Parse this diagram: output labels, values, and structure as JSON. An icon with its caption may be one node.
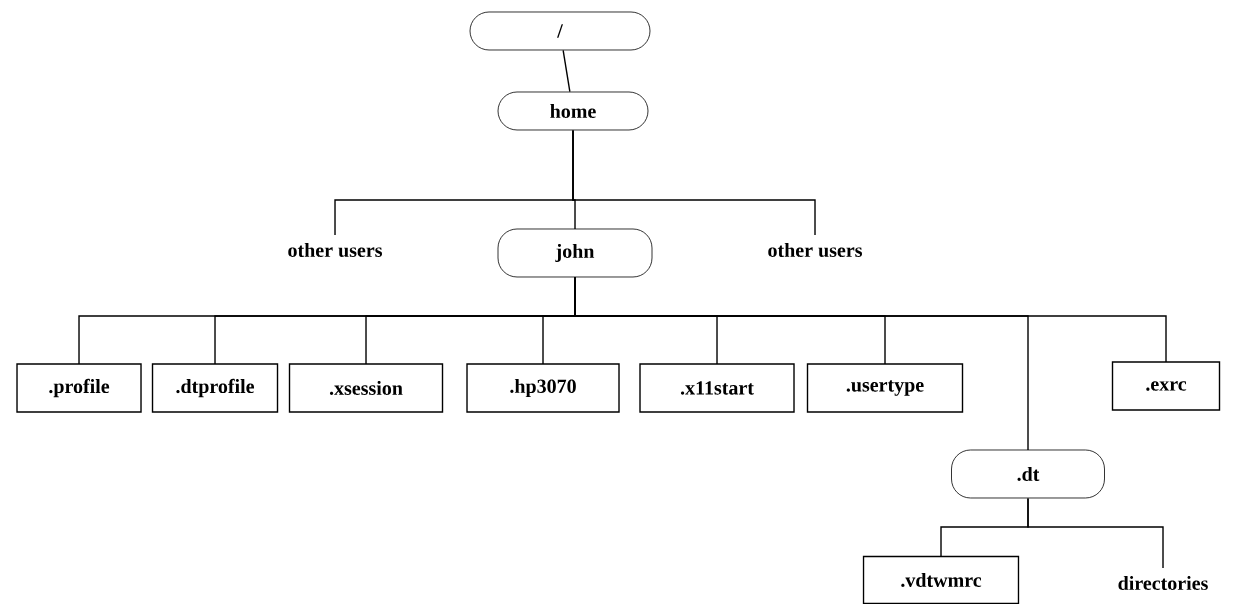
{
  "diagram": {
    "nodes": [
      {
        "text": [
          "/"
        ]
      },
      {
        "text": [
          "home"
        ]
      },
      {
        "text": [
          "other users"
        ]
      },
      {
        "text": [
          "john"
        ]
      },
      {
        "text": [
          "other users"
        ]
      },
      {
        "text": [
          ".profile"
        ]
      },
      {
        "text": [
          ".dtprofile"
        ]
      },
      {
        "text": [
          ".xsession"
        ]
      },
      {
        "text": [
          ".hp3070"
        ]
      },
      {
        "text": [
          ".x11start"
        ]
      },
      {
        "text": [
          ".usertype"
        ]
      },
      {
        "text": [
          ".exrc"
        ]
      },
      {
        "text": [
          ".dt"
        ]
      },
      {
        "text": [
          ".vdtwmrc"
        ]
      },
      {
        "text": [
          "directories"
        ]
      }
    ],
    "edges": [
      {
        "from": 0,
        "to": 1,
        "arrow": "none"
      },
      {
        "from": 1,
        "to": 2,
        "arrow": "none"
      },
      {
        "from": 1,
        "to": 3,
        "arrow": "none"
      },
      {
        "from": 1,
        "to": 4,
        "arrow": "none"
      },
      {
        "from": 3,
        "to": 5,
        "arrow": "none"
      },
      {
        "from": 3,
        "to": 6,
        "arrow": "none"
      },
      {
        "from": 3,
        "to": 7,
        "arrow": "none"
      },
      {
        "from": 3,
        "to": 8,
        "arrow": "none"
      },
      {
        "from": 3,
        "to": 9,
        "arrow": "none"
      },
      {
        "from": 3,
        "to": 10,
        "arrow": "none"
      },
      {
        "from": 3,
        "to": 12,
        "arrow": "none"
      },
      {
        "from": 3,
        "to": 11,
        "arrow": "none"
      },
      {
        "from": 12,
        "to": 13,
        "arrow": "none"
      },
      {
        "from": 12,
        "to": 14,
        "arrow": "none"
      }
    ]
  }
}
